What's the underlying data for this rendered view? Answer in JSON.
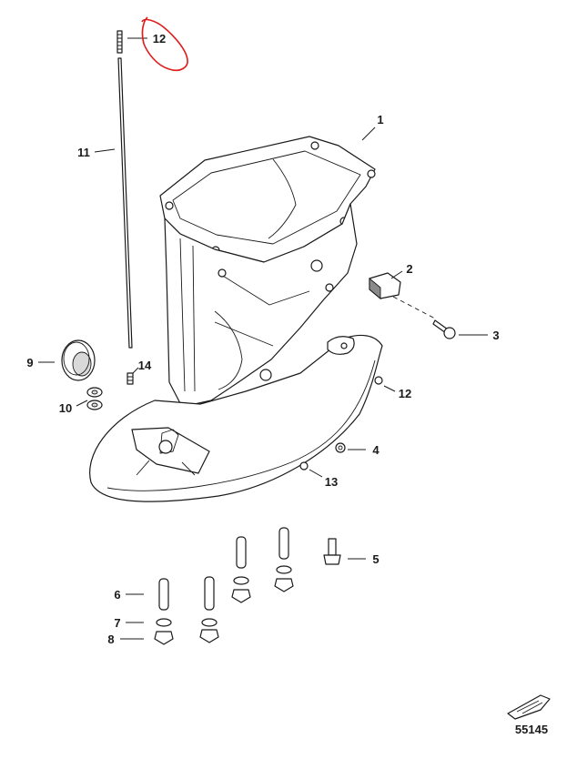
{
  "callouts": [
    {
      "id": "c1",
      "label": "1"
    },
    {
      "id": "c2",
      "label": "2"
    },
    {
      "id": "c3",
      "label": "3"
    },
    {
      "id": "c4",
      "label": "4"
    },
    {
      "id": "c5",
      "label": "5"
    },
    {
      "id": "c6",
      "label": "6"
    },
    {
      "id": "c7",
      "label": "7"
    },
    {
      "id": "c8",
      "label": "8"
    },
    {
      "id": "c9",
      "label": "9"
    },
    {
      "id": "c10",
      "label": "10"
    },
    {
      "id": "c11",
      "label": "11"
    },
    {
      "id": "c12a",
      "label": "12"
    },
    {
      "id": "c12b",
      "label": "12"
    },
    {
      "id": "c13",
      "label": "13"
    },
    {
      "id": "c14",
      "label": "14"
    }
  ],
  "figure_id": "55145",
  "colors": {
    "annotation": "#e01b1b",
    "line": "#1a1a1a"
  }
}
